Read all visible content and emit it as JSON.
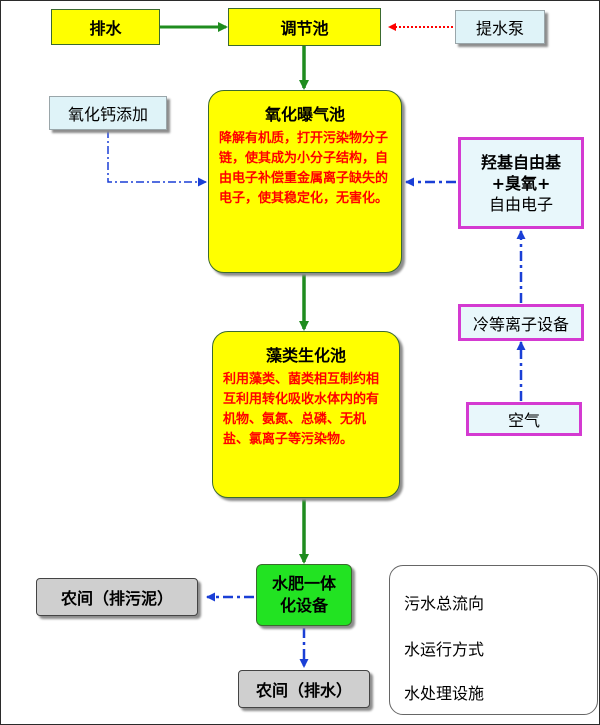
{
  "nodes": {
    "discharge": "排水",
    "regulating_tank": "调节池",
    "pump": "提水泵",
    "calcium_oxide": "氧化钙添加",
    "aeration": {
      "title": "氧化曝气池",
      "desc": "降解有机质，打开污染物分子链，使其成为小分子结构，自由电子补偿重金属离子缺失的电子，使其稳定化，无害化。"
    },
    "radicals": {
      "line1": "羟基自由基",
      "line2": "+臭氧+",
      "line3": "自由电子"
    },
    "plasma": "冷等离子设备",
    "air": "空气",
    "algae": {
      "title": "藻类生化池",
      "desc": "利用藻类、菌类相互制约相互利用转化吸收水体内的有机物、氨氮、总磷、无机盐、氯离子等污染物。"
    },
    "fertilizer": {
      "line1": "水肥一体",
      "line2": "化设备"
    },
    "farmland_sludge": "农间（排污泥）",
    "farmland_water": "农间（排水）"
  },
  "legend": {
    "items": [
      {
        "label": "污水总流向",
        "color": "#1f8c1f",
        "style": "solid"
      },
      {
        "label": "水运行方式",
        "color": "#ff0000",
        "style": "dotted"
      },
      {
        "label": "水处理设施",
        "color": "#1a3fd6",
        "style": "dash-dot"
      }
    ]
  },
  "colors": {
    "main_flow": "#1f8c1f",
    "water_run": "#ff0000",
    "facility": "#1a3fd6",
    "box_yellow": "#ffff00",
    "box_green": "#22e322",
    "border_magenta": "#d43ad1"
  }
}
